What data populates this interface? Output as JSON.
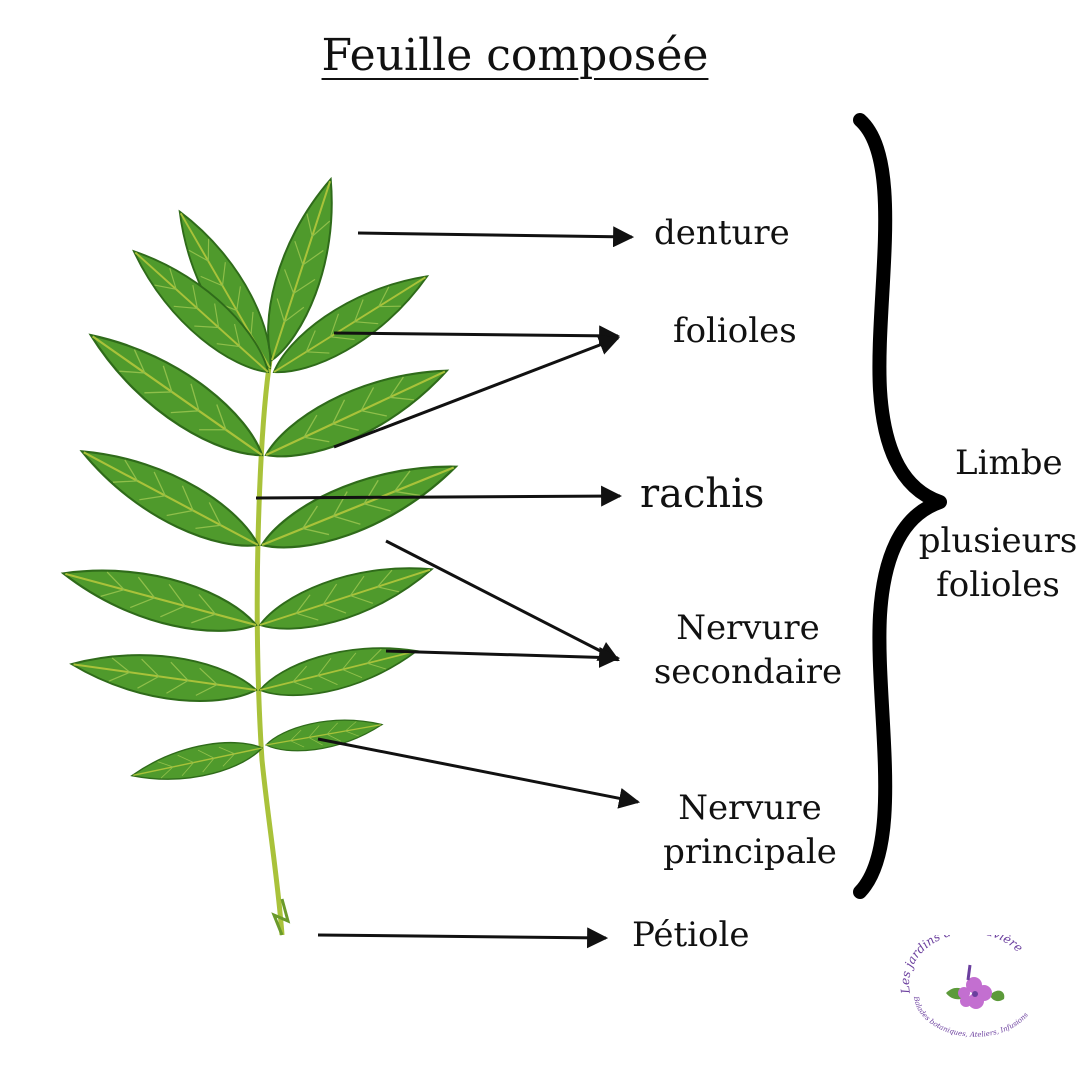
{
  "title": "Feuille composée",
  "labels": {
    "denture": "denture",
    "folioles": "folioles",
    "rachis": "rachis",
    "nervure_secondaire": [
      "Nervure",
      "secondaire"
    ],
    "nervure_principale": [
      "Nervure",
      "principale"
    ],
    "petiole": "Pétiole",
    "limbe": "Limbe",
    "plusieurs_folioles": [
      "plusieurs",
      "folioles"
    ]
  },
  "logo": {
    "name": "Les jardins de la Lavière",
    "tagline": "Balades botaniques, Ateliers, Infusions"
  },
  "colors": {
    "leaf": "#4f9a2c",
    "leaf_dark": "#2f6b1a",
    "rachis": "#a9c23a",
    "text": "#111111",
    "logo_purple": "#6b3f9e"
  }
}
